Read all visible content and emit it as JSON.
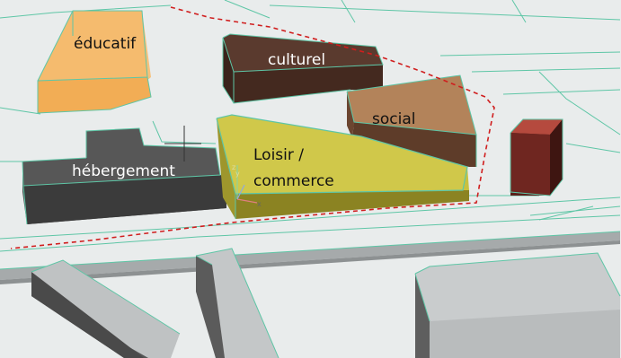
{
  "labels": {
    "educatif": "éducatif",
    "culturel": "culturel",
    "social": "social",
    "hebergement": "hébergement",
    "loisir_line1": "Loisir /",
    "loisir_line2": "commerce"
  },
  "axes": {
    "x": "x",
    "y": "y",
    "z": "z"
  },
  "colors": {
    "ground": "#e9ecec",
    "edge": "#5ec6a6",
    "road": "#a6aaab",
    "educatif": "#f5bb6e",
    "culturel": "#5a3a2e",
    "social": "#b3835a",
    "hebergement": "#575757",
    "loisir": "#c4bc3e",
    "red_block": "#8c2f28",
    "boundary": "#d01e1e",
    "text_light": "#ffffff",
    "text_dark": "#111111"
  }
}
